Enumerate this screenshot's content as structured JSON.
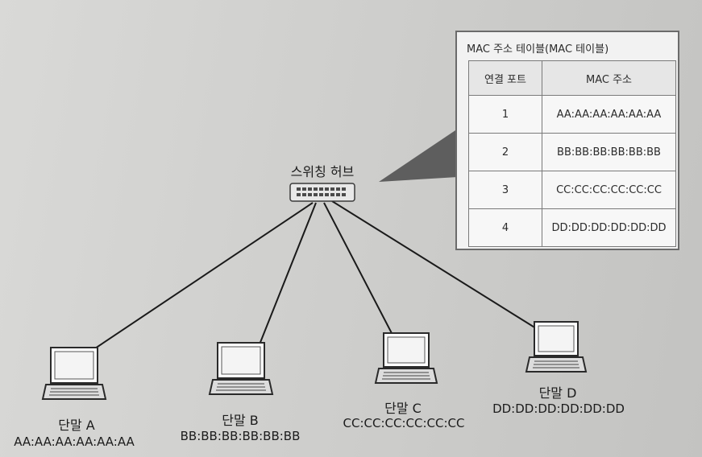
{
  "hub": {
    "label": "스위칭 허브"
  },
  "mac_table": {
    "title": "MAC 주소 테이블(MAC 테이블)",
    "headers": [
      "연결 포트",
      "MAC 주소"
    ],
    "rows": [
      {
        "port": "1",
        "mac": "AA:AA:AA:AA:AA:AA"
      },
      {
        "port": "2",
        "mac": "BB:BB:BB:BB:BB:BB"
      },
      {
        "port": "3",
        "mac": "CC:CC:CC:CC:CC:CC"
      },
      {
        "port": "4",
        "mac": "DD:DD:DD:DD:DD:DD"
      }
    ]
  },
  "terminals": [
    {
      "name": "단말 A",
      "mac": "AA:AA:AA:AA:AA:AA"
    },
    {
      "name": "단말 B",
      "mac": "BB:BB:BB:BB:BB:BB"
    },
    {
      "name": "단말 C",
      "mac": "CC:CC:CC:CC:CC:CC"
    },
    {
      "name": "단말 D",
      "mac": "DD:DD:DD:DD:DD:DD"
    }
  ],
  "colors": {
    "line": "#1a1a1a",
    "panel_border": "#6b6b6b",
    "callout_fill": "#5e5e5e"
  }
}
